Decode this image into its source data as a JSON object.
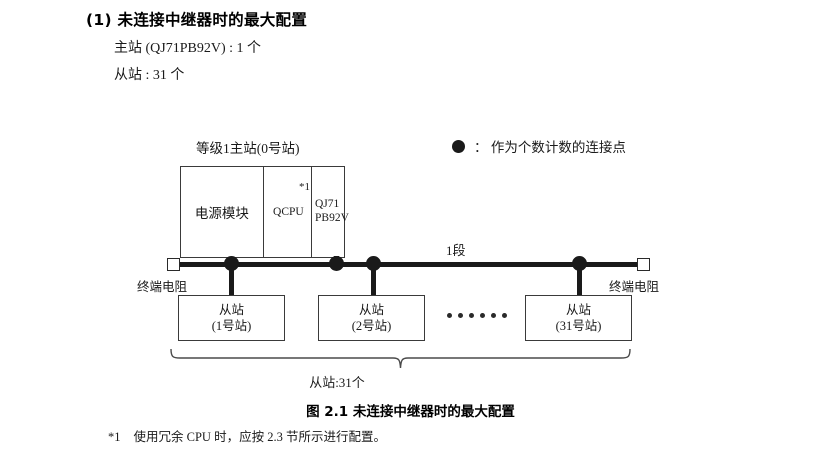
{
  "heading": {
    "number": "(1)",
    "title": "未连接中继器时的最大配置",
    "full": "(1) 未连接中继器时的最大配置"
  },
  "specs": [
    "主站 (QJ71PB92V) : 1 个",
    "从站 : 31 个"
  ],
  "legend": {
    "symbol": "filled-circle",
    "separator": "：",
    "text": "： 作为个数计数的连接点"
  },
  "diagram": {
    "master": {
      "label": "等级1主站(0号站)",
      "cells": {
        "power": "电源模块",
        "cpu": "QCPU",
        "cpu_footnote": "*1",
        "network_line1": "QJ71",
        "network_line2": "PB92V"
      }
    },
    "segment_label": "1段",
    "terminators": {
      "left": "终端电阻",
      "right": "终端电阻"
    },
    "slaves": [
      {
        "name": "从站",
        "station": "(1号站)"
      },
      {
        "name": "从站",
        "station": "(2号站)"
      },
      {
        "name": "从站",
        "station": "(31号站)"
      }
    ],
    "ellipsis_dot_count": 6,
    "brace_label": "从站:31个"
  },
  "caption": "图 2.1  未连接中继器时的最大配置",
  "footnote": {
    "marker": "*1",
    "text": "使用冗余 CPU 时，应按 2.3 节所示进行配置。"
  },
  "colors": {
    "ink": "#1a1a1a",
    "line": "#3a3a3a",
    "background": "#ffffff"
  }
}
